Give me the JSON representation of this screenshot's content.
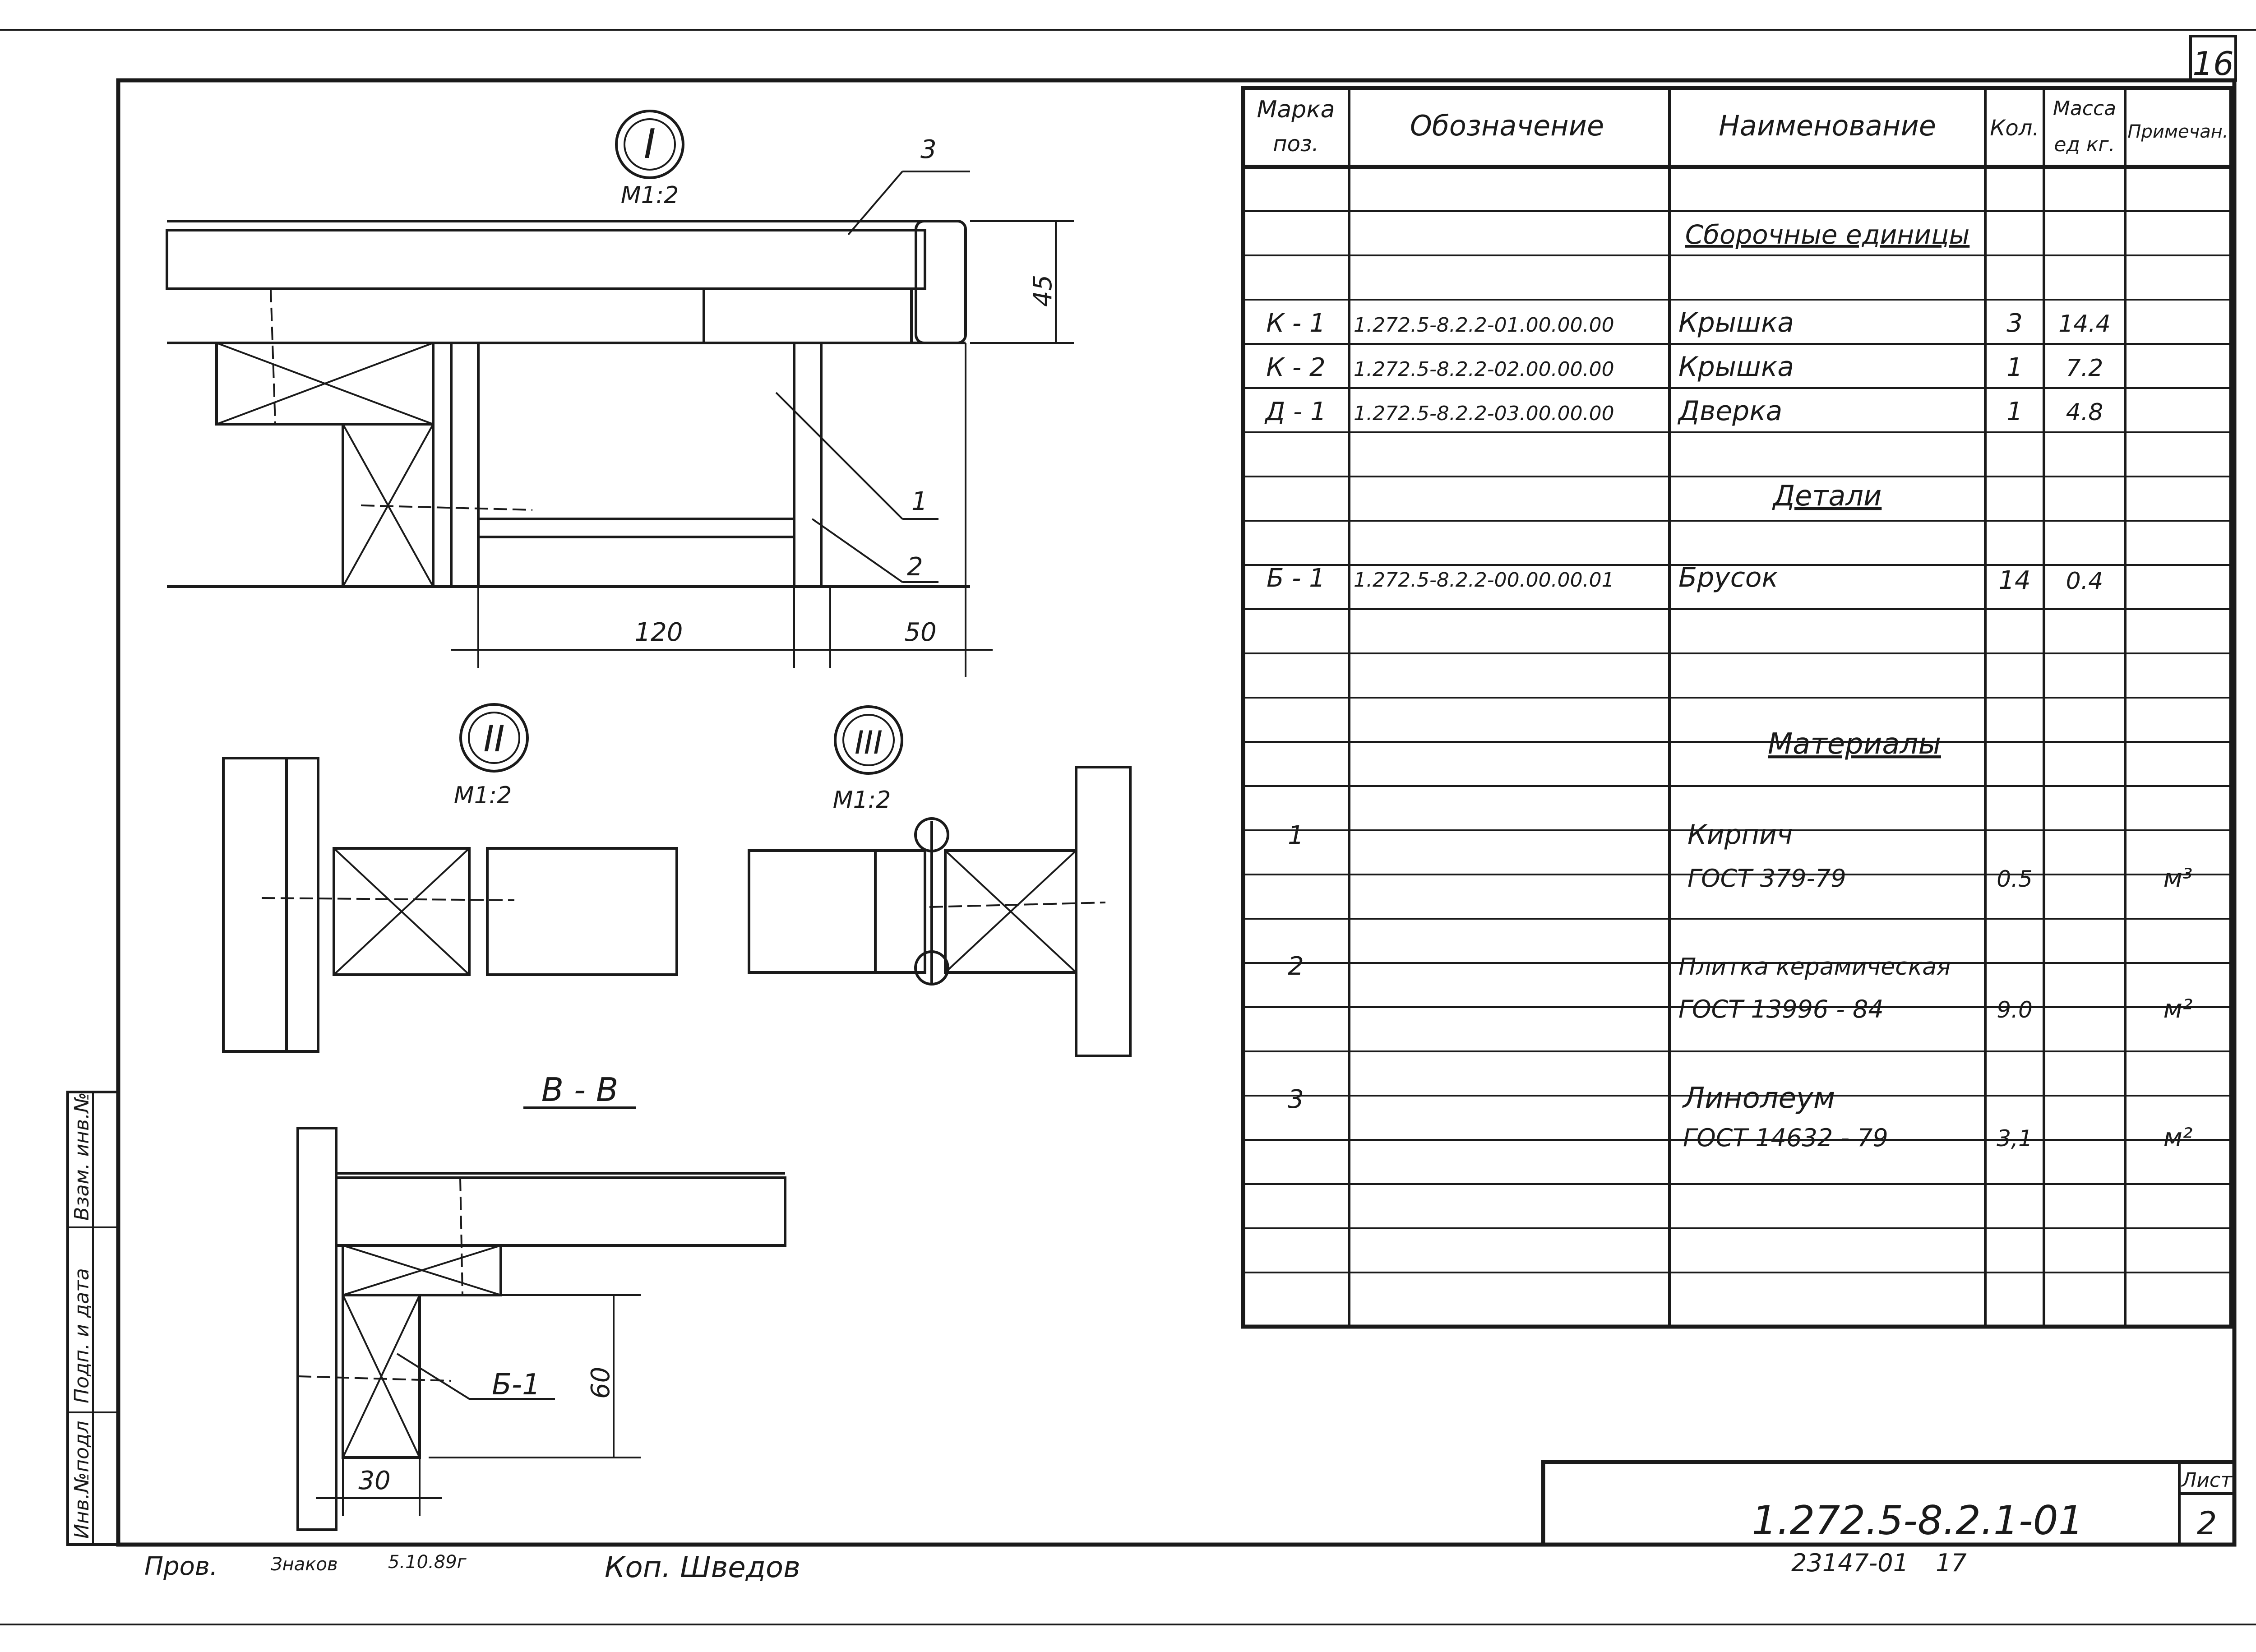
{
  "sheet_number": "16",
  "table": {
    "headers": {
      "mark": [
        "Марка",
        "поз."
      ],
      "designation": "Обозначение",
      "name": "Наименование",
      "qty": "Кол.",
      "mass": [
        "Масса",
        "ед кг."
      ],
      "note": "Примечан."
    },
    "sections": {
      "assemblies": "Сборочные единицы",
      "details": "Детали",
      "materials": "Материалы"
    },
    "rows": [
      {
        "mark": "К - 1",
        "designation": "1.272.5-8.2.2-01.00.00.00",
        "name": "Крышка",
        "qty": "3",
        "mass": "14.4"
      },
      {
        "mark": "К - 2",
        "designation": "1.272.5-8.2.2-02.00.00.00",
        "name": "Крышка",
        "qty": "1",
        "mass": "7.2"
      },
      {
        "mark": "Д - 1",
        "designation": "1.272.5-8.2.2-03.00.00.00",
        "name": "Дверка",
        "qty": "1",
        "mass": "4.8"
      },
      {
        "mark": "Б - 1",
        "designation": "1.272.5-8.2.2-00.00.00.01",
        "name": "Брусок",
        "qty": "14",
        "mass": "0.4"
      }
    ],
    "materials": [
      {
        "mark": "1",
        "name": "Кирпич",
        "standard": "ГОСТ 379-79",
        "qty": "0.5",
        "unit": "м³"
      },
      {
        "mark": "2",
        "name": "Плитка керамическая",
        "standard": "ГОСТ 13996 - 84",
        "qty": "9.0",
        "unit": "м²"
      },
      {
        "mark": "3",
        "name": "Линолеум",
        "standard": "ГОСТ 14632 - 79",
        "qty": "3,1",
        "unit": "м²"
      }
    ]
  },
  "views": {
    "node1": {
      "numeral": "I",
      "scale": "М1:2",
      "leader": "3",
      "dim_h": "45",
      "dim_a": "120",
      "dim_b": "50",
      "callout_1": "1",
      "callout_2": "2"
    },
    "node2": {
      "numeral": "II",
      "scale": "М1:2"
    },
    "node3": {
      "numeral": "III",
      "scale": "М1:2"
    },
    "section": {
      "title": "В - В",
      "part_label": "Б-1",
      "dim_v": "60",
      "dim_h": "30"
    }
  },
  "side_stamp": {
    "inv_orig": "Инв.№подл",
    "sign_date": "Подп. и дата",
    "replace_inv": "Взам. инв.№"
  },
  "title_block": {
    "code": "1.272.5-8.2.1-01",
    "sheet_label": "Лист",
    "sheet_value": "2",
    "order": "23147-01",
    "order_num": "17"
  },
  "footer": {
    "checked_label": "Пров.",
    "checked_name": "Знаков",
    "checked_date": "5.10.89г",
    "copied": "Коп. Шведов"
  }
}
